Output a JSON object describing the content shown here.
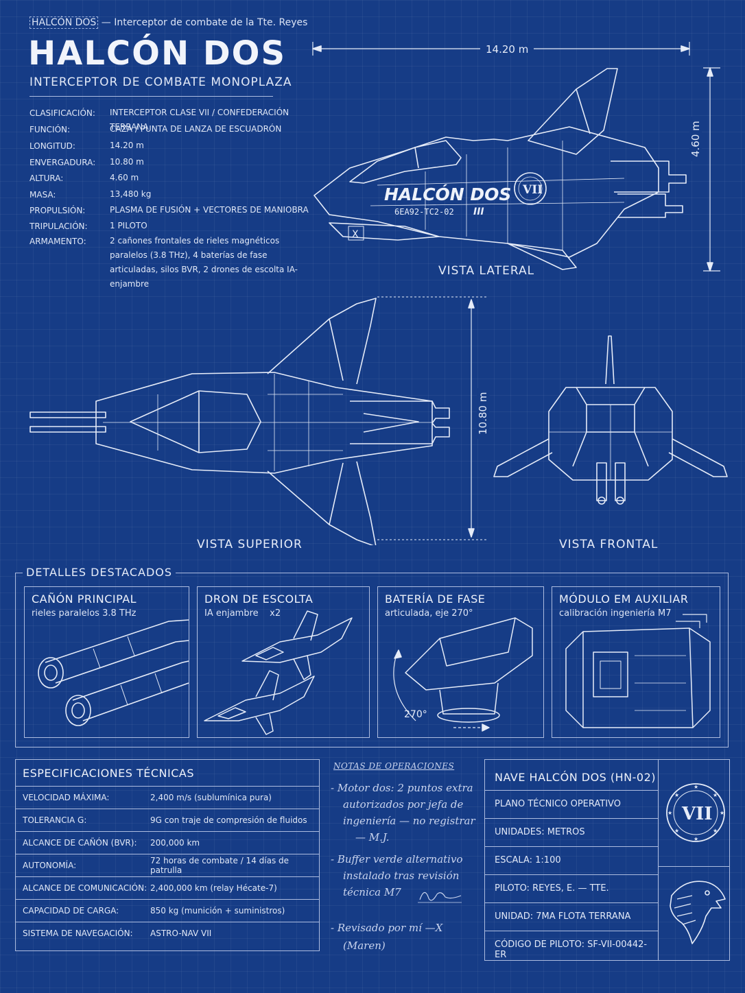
{
  "header": {
    "breadcrumb_tag": "HALCÓN DOS",
    "breadcrumb_rest": "— Interceptor de combate de la Tte. Reyes",
    "title": "HALCÓN DOS",
    "subtitle": "INTERCEPTOR DE COMBATE MONOPLAZA"
  },
  "specs": [
    {
      "key": "CLASIFICACIÓN:",
      "value": "INTERCEPTOR CLASE VII / CONFEDERACIÓN TERRANA"
    },
    {
      "key": "FUNCIÓN:",
      "value": "CAZA / PUNTA DE LANZA DE ESCUADRÓN"
    },
    {
      "key": "LONGITUD:",
      "value": "14.20 m"
    },
    {
      "key": "ENVERGADURA:",
      "value": "10.80 m"
    },
    {
      "key": "ALTURA:",
      "value": "4.60 m"
    },
    {
      "key": "MASA:",
      "value": "13,480 kg"
    },
    {
      "key": "PROPULSIÓN:",
      "value": "PLASMA DE FUSIÓN + VECTORES DE MANIOBRA"
    },
    {
      "key": "TRIPULACIÓN:",
      "value": "1 PILOTO"
    },
    {
      "key": "ARMAMENTO:",
      "value": "2 cañones frontales de rieles magnéticos paralelos (3.8 THz), 4 baterías de fase articuladas, silos BVR, 2 drones de escolta IA-enjambre"
    }
  ],
  "views": {
    "side_label": "VISTA LATERAL",
    "top_label": "VISTA SUPERIOR",
    "front_label": "VISTA FRONTAL",
    "length_dim": "14.20 m",
    "height_dim": "4.60 m",
    "span_dim": "10.80 m",
    "hull_name": "HALCÓN DOS",
    "hull_code": "6EA92-TC2-02",
    "hull_mark": "III",
    "emblem": "VII"
  },
  "details": {
    "section_title": "DETALLES DESTACADOS",
    "items": [
      {
        "title": "CAÑÓN PRINCIPAL",
        "subtitle": "rieles paralelos 3.8 THz"
      },
      {
        "title": "DRON DE ESCOLTA",
        "subtitle": "IA enjambre    x2"
      },
      {
        "title": "BATERÍA DE FASE",
        "subtitle": "articulada, eje 270°",
        "angle_label": "270°"
      },
      {
        "title": "MÓDULO EM AUXILIAR",
        "subtitle": "calibración ingeniería M7"
      }
    ]
  },
  "tech": {
    "title": "ESPECIFICACIONES TÉCNICAS",
    "rows": [
      {
        "key": "VELOCIDAD MÁXIMA:",
        "value": "2,400 m/s (sublumínica pura)"
      },
      {
        "key": "TOLERANCIA G:",
        "value": "9G con traje de compresión de fluidos"
      },
      {
        "key": "ALCANCE DE CAÑÓN (BVR):",
        "value": "200,000 km"
      },
      {
        "key": "AUTONOMÍA:",
        "value": "72 horas de combate / 14 días de patrulla"
      },
      {
        "key": "ALCANCE DE COMUNICACIÓN:",
        "value": "2,400,000 km (relay Hécate-7)"
      },
      {
        "key": "CAPACIDAD DE CARGA:",
        "value": "850 kg (munición + suministros)"
      },
      {
        "key": "SISTEMA DE NAVEGACIÓN:",
        "value": "ASTRO-NAV VII"
      }
    ]
  },
  "notes": {
    "title": "NOTAS DE OPERACIONES",
    "lines": [
      "- Motor dos: 2 puntos extra",
      "autorizados por jefa de",
      "ingeniería — no registrar",
      "— M.J.",
      "- Buffer verde alternativo",
      "instalado tras revisión",
      "técnica M7",
      "- Revisado por mí —X",
      "(Maren)"
    ]
  },
  "title_block": {
    "title": "NAVE HALCÓN DOS (HN-02)",
    "rows": [
      "PLANO TÉCNICO OPERATIVO",
      "UNIDADES: METROS",
      "ESCALA: 1:100",
      "PILOTO: REYES, E. — TTE.",
      "UNIDAD: 7MA FLOTA TERRANA",
      "CÓDIGO DE PILOTO: SF-VII-00442-ER"
    ],
    "emblem": "VII"
  },
  "colors": {
    "background": "#163c86",
    "line": "#e6ecf8",
    "frame": "#aebde0"
  }
}
